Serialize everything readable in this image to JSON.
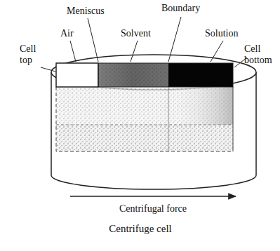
{
  "diagram": {
    "caption": "Centrifuge cell",
    "labels": [
      "Meniscus",
      "Boundary",
      "Air",
      "Solvent",
      "Solution",
      "Cell top",
      "Cell bottom",
      "Centrifugal force"
    ]
  }
}
